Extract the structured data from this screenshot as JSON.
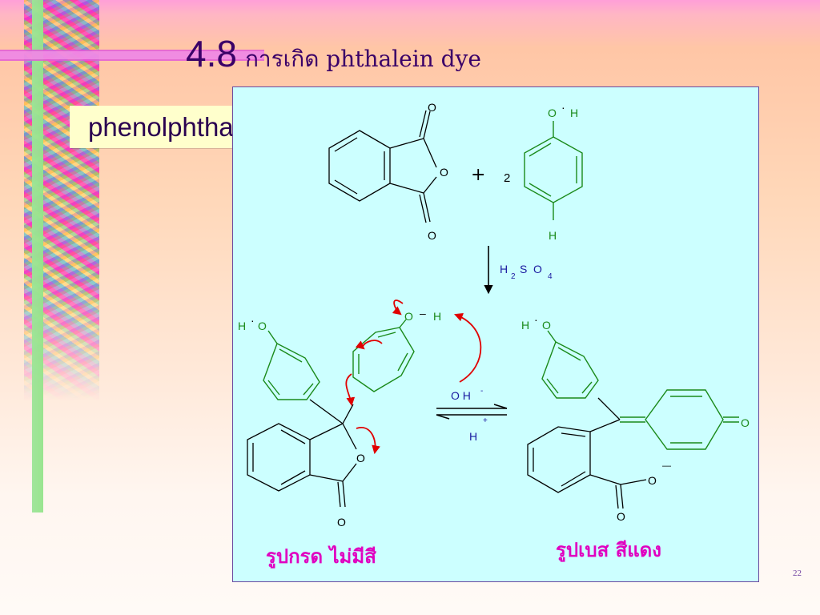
{
  "slide": {
    "title_number": "4.8",
    "title_text": "การเกิด phthalein dye",
    "label": "phenolphthalein",
    "page_number": "22"
  },
  "colors": {
    "title": "#3a0068",
    "panel_bg": "#ccffff",
    "green_bonds": "#1a8a1a",
    "black_bonds": "#000000",
    "reagent_text": "#1a1aa0",
    "arrow_red": "#e00000",
    "caption_magenta": "#e000c0"
  },
  "diagram": {
    "reactant_oxygen_top": "O",
    "reactant_oxygen_ring": "O",
    "reactant_oxygen_bottom": "O",
    "plus_sign": "+",
    "coefficient": "2",
    "phenol_top": "O",
    "phenol_top_dot": "·",
    "phenol_top_h": "H",
    "phenol_bottom": "H",
    "reagent_h": "H",
    "reagent_2": "2",
    "reagent_s": "S",
    "reagent_o": "O",
    "reagent_4": "4",
    "acid_left_h": "H",
    "acid_left_dot": "·",
    "acid_left_o": "O",
    "acid_right_o": "O",
    "acid_right_dash": "–",
    "acid_right_h": "H",
    "acid_lactone_o": "O",
    "acid_carbonyl_o": "O",
    "eq_oh": "O H",
    "eq_oh_sign": "-",
    "eq_h": "H",
    "eq_h_sign": "+",
    "base_left_h": "H",
    "base_left_dot": "·",
    "base_left_o": "O",
    "base_quinone_o": "O",
    "base_carboxylate_o": "O",
    "base_carboxylate_sign": "—",
    "base_carbonyl_o": "O",
    "caption_acid": "รูปกรด ไม่มีสี",
    "caption_base": "รูปเบส สีแดง"
  }
}
